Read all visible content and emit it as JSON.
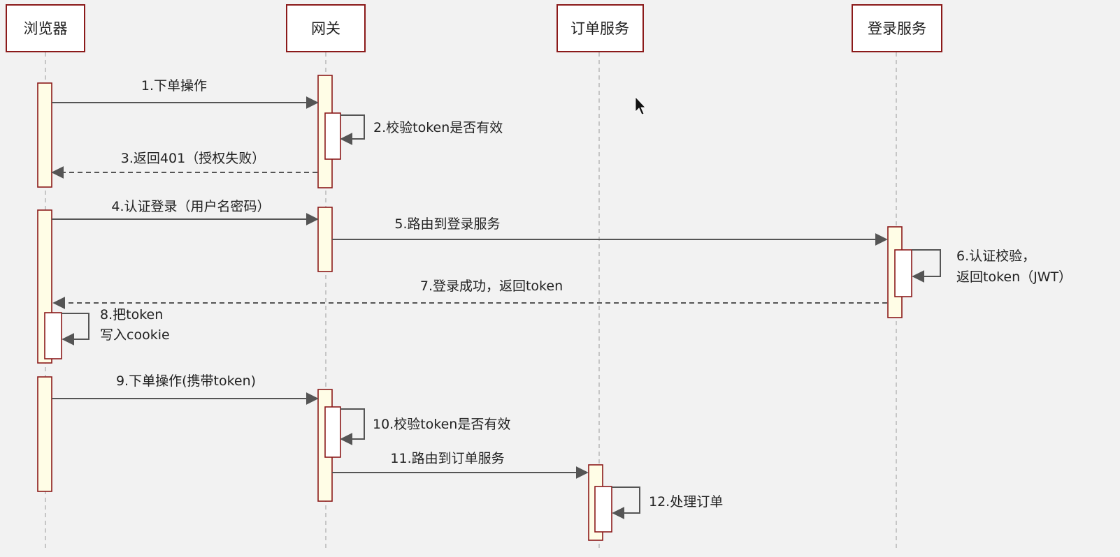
{
  "actors": [
    "浏览器",
    "网关",
    "订单服务",
    "登录服务"
  ],
  "messages": [
    {
      "id": "m1",
      "text": "1.下单操作",
      "from": "浏览器",
      "to": "网关",
      "style": "solid"
    },
    {
      "id": "m2",
      "text": "2.校验token是否有效",
      "from": "网关",
      "to": "网关",
      "style": "self"
    },
    {
      "id": "m3",
      "text": "3.返回401（授权失败）",
      "from": "网关",
      "to": "浏览器",
      "style": "dashed"
    },
    {
      "id": "m4",
      "text": "4.认证登录（用户名密码）",
      "from": "浏览器",
      "to": "网关",
      "style": "solid"
    },
    {
      "id": "m5",
      "text": "5.路由到登录服务",
      "from": "网关",
      "to": "登录服务",
      "style": "solid"
    },
    {
      "id": "m6",
      "lines": [
        "6.认证校验，",
        "返回token（JWT）"
      ],
      "from": "登录服务",
      "to": "登录服务",
      "style": "self"
    },
    {
      "id": "m7",
      "text": "7.登录成功，返回token",
      "from": "登录服务",
      "to": "浏览器",
      "style": "dashed"
    },
    {
      "id": "m8",
      "lines": [
        "8.把token",
        "写入cookie"
      ],
      "from": "浏览器",
      "to": "浏览器",
      "style": "self"
    },
    {
      "id": "m9",
      "text": "9.下单操作(携带token)",
      "from": "浏览器",
      "to": "网关",
      "style": "solid"
    },
    {
      "id": "m10",
      "text": "10.校验token是否有效",
      "from": "网关",
      "to": "网关",
      "style": "self"
    },
    {
      "id": "m11",
      "text": "11.路由到订单服务",
      "from": "网关",
      "to": "订单服务",
      "style": "solid"
    },
    {
      "id": "m12",
      "text": "12.处理订单",
      "from": "订单服务",
      "to": "订单服务",
      "style": "self"
    }
  ],
  "colors": {
    "actor_border": "#8b1a1a",
    "activation_fill": "#fffde6",
    "arrow": "#555555",
    "lifeline": "#b8b8b8"
  }
}
